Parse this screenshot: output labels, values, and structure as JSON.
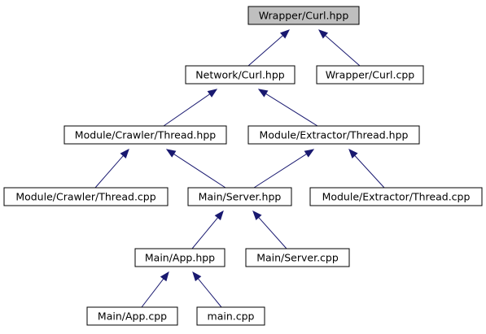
{
  "graph": {
    "colors": {
      "edge": "#191970",
      "root_fill": "#bfbfbf",
      "node_fill": "#ffffff",
      "border": "#000000"
    },
    "nodes": {
      "wrapper_curl_hpp": "Wrapper/Curl.hpp",
      "network_curl_hpp": "Network/Curl.hpp",
      "wrapper_curl_cpp": "Wrapper/Curl.cpp",
      "crawler_thread_hpp": "Module/Crawler/Thread.hpp",
      "extractor_thread_hpp": "Module/Extractor/Thread.hpp",
      "crawler_thread_cpp": "Module/Crawler/Thread.cpp",
      "server_hpp": "Main/Server.hpp",
      "extractor_thread_cpp": "Module/Extractor/Thread.cpp",
      "app_hpp": "Main/App.hpp",
      "server_cpp": "Main/Server.cpp",
      "app_cpp": "Main/App.cpp",
      "main_cpp": "main.cpp"
    },
    "edges": [
      {
        "from": "wrapper_curl_hpp",
        "to": "network_curl_hpp"
      },
      {
        "from": "wrapper_curl_hpp",
        "to": "wrapper_curl_cpp"
      },
      {
        "from": "network_curl_hpp",
        "to": "crawler_thread_hpp"
      },
      {
        "from": "network_curl_hpp",
        "to": "extractor_thread_hpp"
      },
      {
        "from": "crawler_thread_hpp",
        "to": "crawler_thread_cpp"
      },
      {
        "from": "crawler_thread_hpp",
        "to": "server_hpp"
      },
      {
        "from": "extractor_thread_hpp",
        "to": "server_hpp"
      },
      {
        "from": "extractor_thread_hpp",
        "to": "extractor_thread_cpp"
      },
      {
        "from": "server_hpp",
        "to": "app_hpp"
      },
      {
        "from": "server_hpp",
        "to": "server_cpp"
      },
      {
        "from": "app_hpp",
        "to": "app_cpp"
      },
      {
        "from": "app_hpp",
        "to": "main_cpp"
      }
    ]
  }
}
